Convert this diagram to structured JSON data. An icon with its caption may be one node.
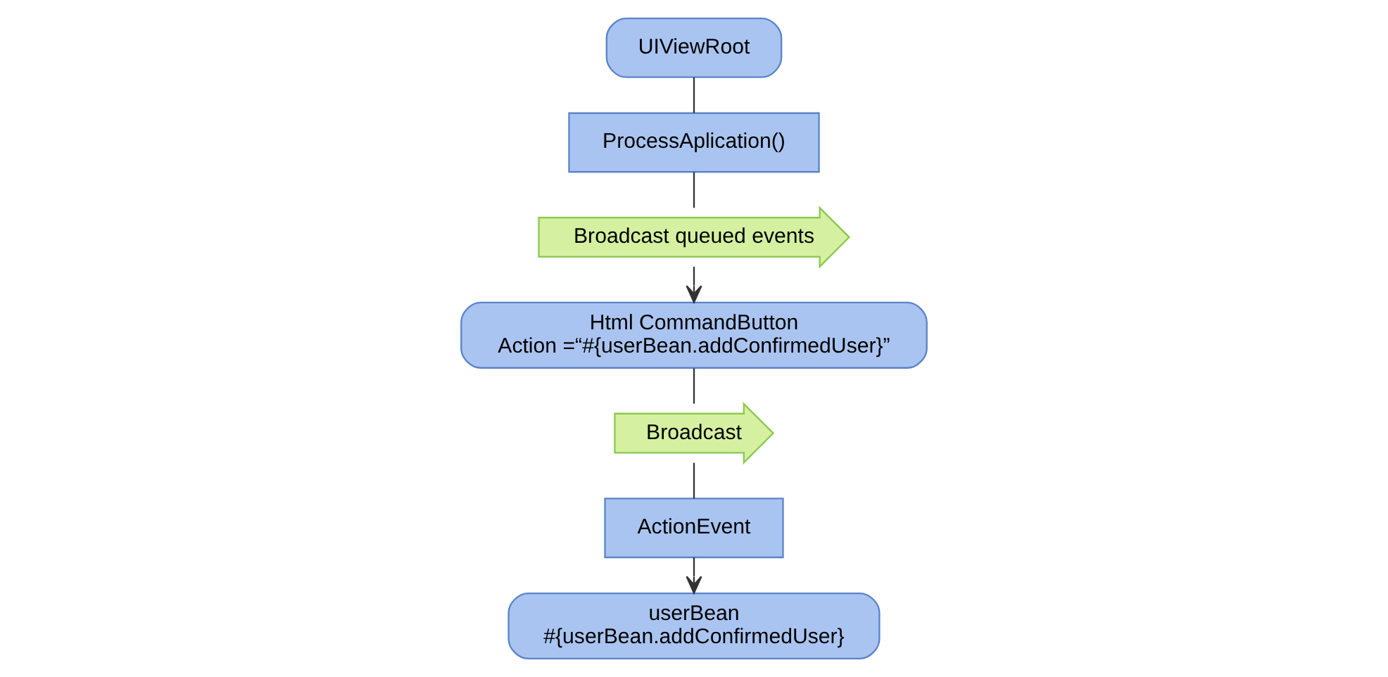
{
  "diagram": {
    "nodes": [
      {
        "text": [
          "UIViewRoot"
        ]
      },
      {
        "text": [
          "ProcessAplication()"
        ]
      },
      {
        "text": [
          "Broadcast queued events"
        ]
      },
      {
        "text": [
          "Html CommandButton",
          "Action =“#{userBean.addConfirmedUser}”"
        ]
      },
      {
        "text": [
          "Broadcast"
        ]
      },
      {
        "text": [
          "ActionEvent"
        ]
      },
      {
        "text": [
          "userBean",
          "#{userBean.addConfirmedUser}"
        ]
      }
    ],
    "edges": [
      {
        "from": 0,
        "to": 1,
        "arrow": "none"
      },
      {
        "from": 1,
        "to": 2,
        "arrow": "none"
      },
      {
        "from": 2,
        "to": 3,
        "arrow": "to"
      },
      {
        "from": 3,
        "to": 4,
        "arrow": "none"
      },
      {
        "from": 4,
        "to": 5,
        "arrow": "none"
      },
      {
        "from": 5,
        "to": 6,
        "arrow": "to"
      }
    ]
  }
}
